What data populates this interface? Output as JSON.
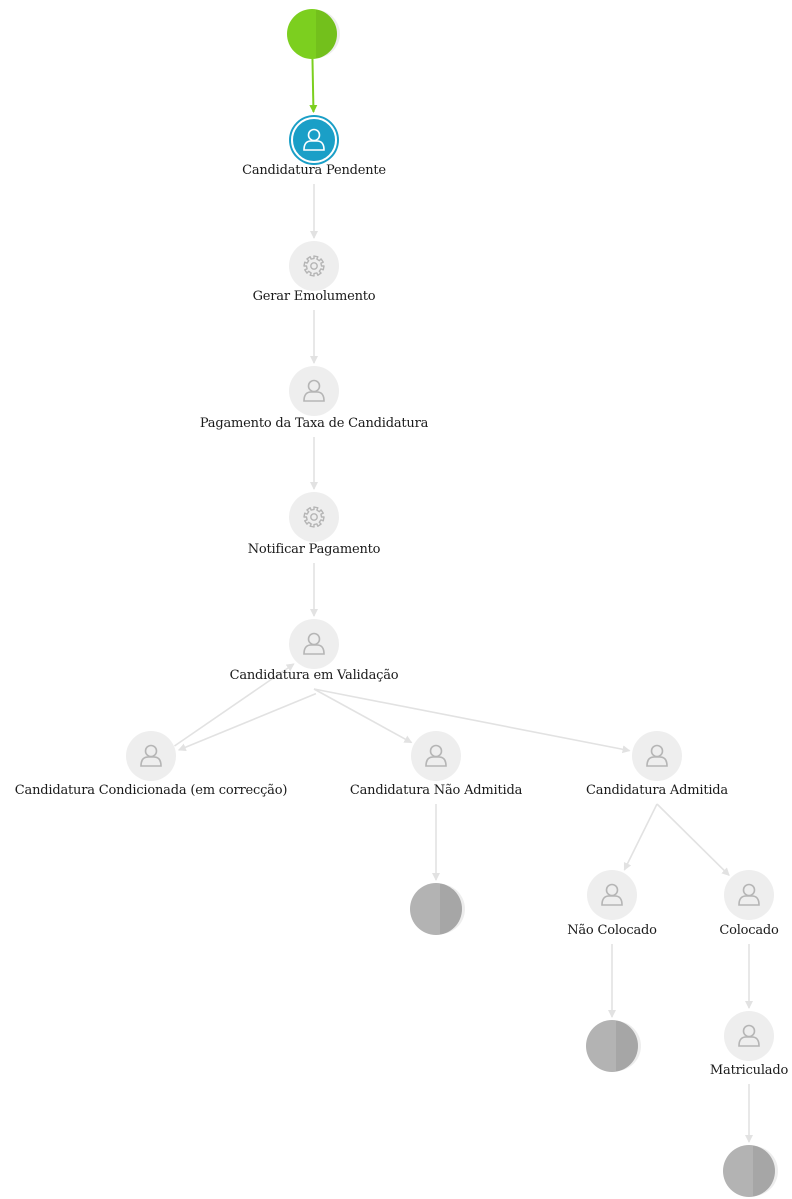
{
  "colors": {
    "start": "#7ccf1f",
    "active": "#1a9fc7",
    "inactive_fill": "#eeeeee",
    "inactive_icon": "#b5b5b5",
    "end": "#b3b3b3",
    "edge_active": "#7ccf1f",
    "edge": "#e2e2e2"
  },
  "nodes": [
    {
      "id": "start",
      "kind": "start"
    },
    {
      "id": "pendente",
      "kind": "user-task",
      "state": "active",
      "label": "Candidatura Pendente"
    },
    {
      "id": "emolumento",
      "kind": "service-task",
      "label": "Gerar Emolumento"
    },
    {
      "id": "pagamento",
      "kind": "user-task",
      "label": "Pagamento da Taxa de Candidatura"
    },
    {
      "id": "notificar",
      "kind": "service-task",
      "label": "Notificar Pagamento"
    },
    {
      "id": "validacao",
      "kind": "user-task",
      "label": "Candidatura em Validação"
    },
    {
      "id": "condicionada",
      "kind": "user-task",
      "label": "Candidatura Condicionada (em correcção)"
    },
    {
      "id": "naoadmitida",
      "kind": "user-task",
      "label": "Candidatura Não Admitida"
    },
    {
      "id": "admitida",
      "kind": "user-task",
      "label": "Candidatura Admitida"
    },
    {
      "id": "end1",
      "kind": "end"
    },
    {
      "id": "naocolocado",
      "kind": "user-task",
      "label": "Não Colocado"
    },
    {
      "id": "colocado",
      "kind": "user-task",
      "label": "Colocado"
    },
    {
      "id": "end2",
      "kind": "end"
    },
    {
      "id": "matriculado",
      "kind": "user-task",
      "label": "Matriculado"
    },
    {
      "id": "end3",
      "kind": "end"
    }
  ],
  "edges": [
    {
      "from": "start",
      "to": "pendente",
      "state": "active"
    },
    {
      "from": "pendente",
      "to": "emolumento"
    },
    {
      "from": "emolumento",
      "to": "pagamento"
    },
    {
      "from": "pagamento",
      "to": "notificar"
    },
    {
      "from": "notificar",
      "to": "validacao"
    },
    {
      "from": "validacao",
      "to": "condicionada"
    },
    {
      "from": "condicionada",
      "to": "validacao"
    },
    {
      "from": "validacao",
      "to": "naoadmitida"
    },
    {
      "from": "validacao",
      "to": "admitida"
    },
    {
      "from": "naoadmitida",
      "to": "end1"
    },
    {
      "from": "admitida",
      "to": "naocolocado"
    },
    {
      "from": "admitida",
      "to": "colocado"
    },
    {
      "from": "naocolocado",
      "to": "end2"
    },
    {
      "from": "colocado",
      "to": "matriculado"
    },
    {
      "from": "matriculado",
      "to": "end3"
    }
  ]
}
